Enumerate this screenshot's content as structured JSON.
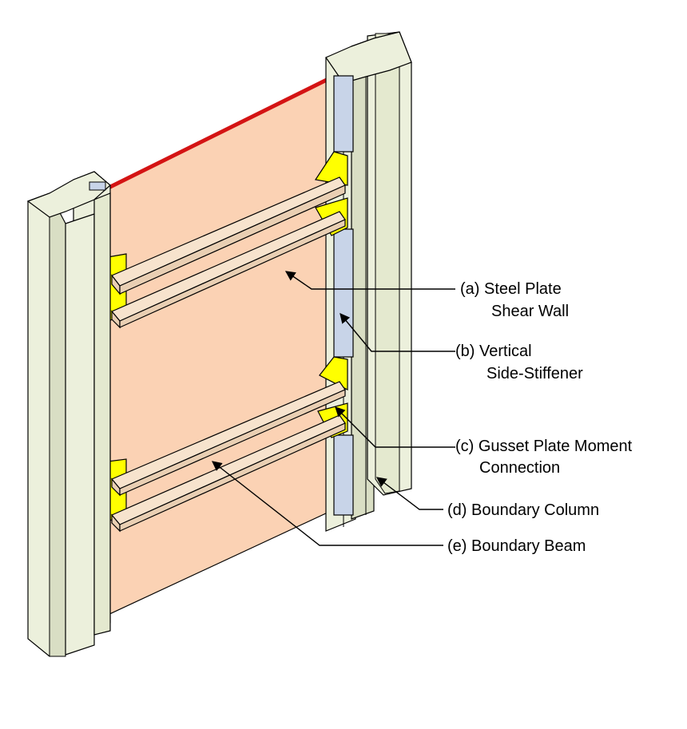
{
  "colors": {
    "background": "#ffffff",
    "column": "#ecf0dc",
    "column_shade": "#d9dec4",
    "shear_wall": "#fbd2b4",
    "stiffener": "#c8d4e8",
    "gusset": "#ffff00",
    "beam": "#f7e3cd",
    "beam_shade": "#e9cfb3",
    "top_edge": "#d41414",
    "outline": "#000000"
  },
  "labels": {
    "a_line1": "(a) Steel Plate",
    "a_line2": "Shear Wall",
    "b_line1": "(b) Vertical",
    "b_line2": "Side-Stiffener",
    "c_line1": "(c) Gusset Plate Moment",
    "c_line2": "Connection",
    "d": "(d) Boundary Column",
    "e": "(e) Boundary Beam"
  }
}
